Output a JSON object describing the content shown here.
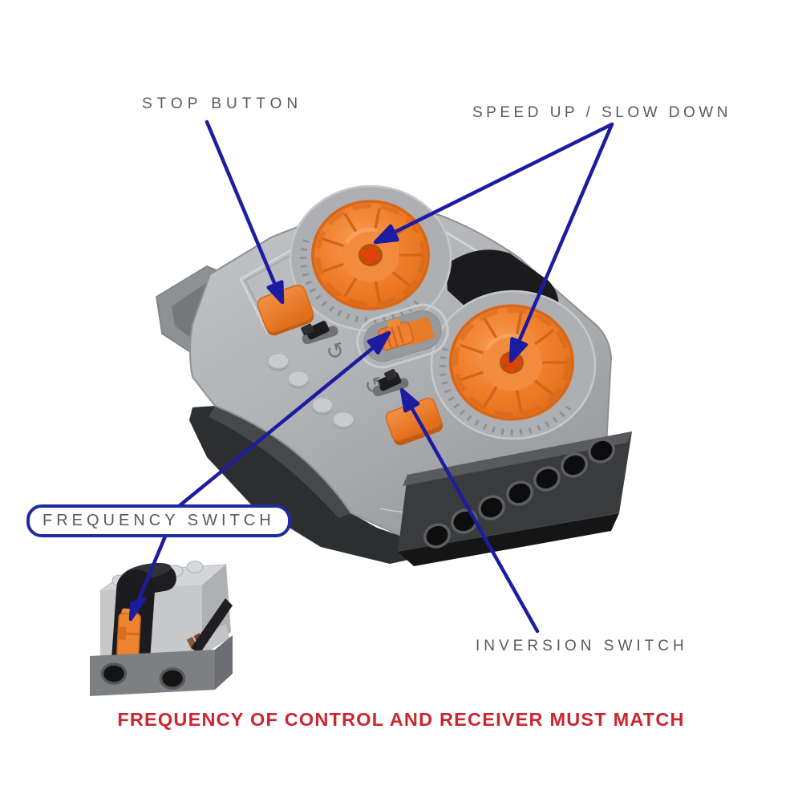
{
  "annotations": {
    "stop_button": "STOP BUTTON",
    "speed": "SPEED UP / SLOW DOWN",
    "frequency": "FREQUENCY SWITCH",
    "inversion": "INVERSION SWITCH",
    "footer_warning": "FREQUENCY OF CONTROL AND RECEIVER MUST MATCH"
  },
  "symbols": {
    "rotation": "↺"
  },
  "colors": {
    "arrow_blue": "#1c1ca2",
    "label_gray": "#58595b",
    "warning_red": "#cb2630",
    "frequency_box_border": "#1f2a9e",
    "lego_orange": "#ef7f2d",
    "orange_dark": "#d2651b",
    "axle_red": "#e2420a",
    "body_gray": "#b3b5b8",
    "dark_underside": "#2d2e30",
    "black_part": "#1b1b1d",
    "background": "#ffffff"
  }
}
